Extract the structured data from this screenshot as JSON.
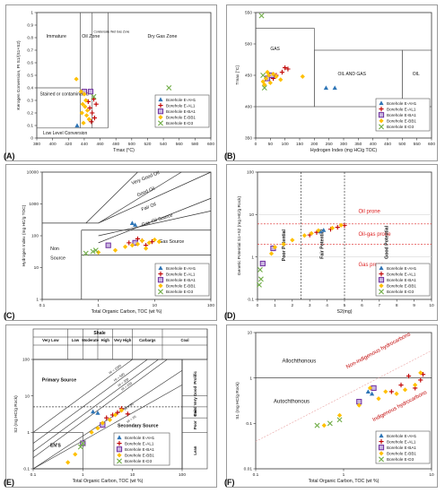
{
  "figure": {
    "panel_labels": [
      "(A)",
      "(B)",
      "(C)",
      "(D)",
      "(E)",
      "(F)"
    ],
    "legend_entries": [
      "Borehole E-AH1",
      "Borehole E-AL1",
      "Borehole E-BA1",
      "Borehole E-BB1",
      "Borehole E-D3"
    ],
    "series_colors": {
      "E-AH1": "#2e75b6",
      "E-AL1": "#c00000",
      "E-BA1": "#7030a0",
      "E-BB1": "#ffc000",
      "E-D3": "#70ad47"
    }
  },
  "chart_data": [
    {
      "panel": "A",
      "type": "scatter",
      "xlabel": "Tmax (°C)",
      "ylabel": "Kerogen Conversion, PI S1/(S1+S2)",
      "xlim": [
        380,
        600
      ],
      "ylim": [
        0,
        1.0
      ],
      "xticks": [
        380,
        400,
        420,
        440,
        460,
        480,
        500,
        520,
        540,
        560,
        580,
        600
      ],
      "yticks": [
        0,
        0.1,
        0.2,
        0.3,
        0.4,
        0.5,
        0.6,
        0.7,
        0.8,
        0.9,
        1.0
      ],
      "zones": [
        "Immature",
        "Oil Zone",
        "Condensate Wet Gas Zone",
        "Dry Gas Zone",
        "Stained or contaminated",
        "Low Level Conversion"
      ],
      "series": [
        {
          "name": "Borehole E-AH1",
          "x": [
            431
          ],
          "y": [
            0.1
          ]
        },
        {
          "name": "Borehole E-AL1",
          "x": [
            448,
            452,
            455,
            447,
            450,
            453,
            449,
            445
          ],
          "y": [
            0.37,
            0.31,
            0.27,
            0.24,
            0.2,
            0.16,
            0.13,
            0.29
          ]
        },
        {
          "name": "Borehole E-BA1",
          "x": [
            440,
            448
          ],
          "y": [
            0.37,
            0.37
          ]
        },
        {
          "name": "Borehole E-BB1",
          "x": [
            430,
            436,
            440,
            442,
            438,
            441,
            444,
            437,
            443,
            446,
            439
          ],
          "y": [
            0.47,
            0.37,
            0.35,
            0.3,
            0.27,
            0.25,
            0.22,
            0.2,
            0.18,
            0.15,
            0.12
          ]
        },
        {
          "name": "Borehole E-D3",
          "x": [
            547,
            452
          ],
          "y": [
            0.4,
            0.33
          ]
        }
      ]
    },
    {
      "panel": "B",
      "type": "scatter",
      "xlabel": "Hydrogen Index (mg HC/g TOC)",
      "ylabel": "Tmax [°C]",
      "xlim": [
        0,
        600
      ],
      "ylim": [
        350,
        550
      ],
      "xticks": [
        0,
        50,
        100,
        150,
        200,
        250,
        300,
        350,
        400,
        450,
        500,
        550,
        600
      ],
      "yticks": [
        350,
        400,
        450,
        500,
        550
      ],
      "zones": [
        "GAS",
        "OIL AND GAS",
        "OIL"
      ],
      "series": [
        {
          "name": "Borehole E-AH1",
          "x": [
            240,
            270
          ],
          "y": [
            430,
            430
          ]
        },
        {
          "name": "Borehole E-AL1",
          "x": [
            70,
            90,
            100,
            110,
            60
          ],
          "y": [
            450,
            455,
            462,
            460,
            445
          ]
        },
        {
          "name": "Borehole E-BA1",
          "x": [
            40,
            55
          ],
          "y": [
            445,
            450
          ]
        },
        {
          "name": "Borehole E-BB1",
          "x": [
            25,
            35,
            45,
            50,
            60,
            70,
            85,
            160,
            30,
            40
          ],
          "y": [
            440,
            445,
            450,
            438,
            452,
            448,
            443,
            448,
            435,
            455
          ]
        },
        {
          "name": "Borehole E-D3",
          "x": [
            20,
            30,
            25
          ],
          "y": [
            545,
            430,
            450
          ]
        }
      ]
    },
    {
      "panel": "C",
      "type": "scatter",
      "xlabel": "Total Organic Carbon, TOC (wt %)",
      "ylabel": "Hydrogen Index (mg HC/g TOC)",
      "xlim": [
        0.1,
        100
      ],
      "ylim": [
        1,
        10000
      ],
      "scale": "log-log",
      "xticks": [
        0.1,
        1,
        10,
        100
      ],
      "yticks": [
        1,
        10,
        100,
        1000,
        10000
      ],
      "zones": [
        "Very Good Oil",
        "Good Oil",
        "Fair Oil",
        "Gas-Oil Source",
        "Gas Source",
        "Non Source"
      ],
      "series": [
        {
          "name": "Borehole E-AH1",
          "x": [
            4.0,
            4.5
          ],
          "y": [
            250,
            220
          ]
        },
        {
          "name": "Borehole E-AL1",
          "x": [
            3.5,
            5.0,
            6.0,
            7.0,
            9.0
          ],
          "y": [
            60,
            80,
            70,
            50,
            65
          ]
        },
        {
          "name": "Borehole E-BA1",
          "x": [
            1.5,
            4.5
          ],
          "y": [
            50,
            60
          ]
        },
        {
          "name": "Borehole E-BB1",
          "x": [
            1.0,
            2.0,
            3.0,
            5.0,
            6.0,
            8.0,
            10.0,
            12.0,
            7.0,
            4.0
          ],
          "y": [
            30,
            35,
            45,
            55,
            70,
            60,
            75,
            65,
            40,
            50
          ]
        },
        {
          "name": "Borehole E-D3",
          "x": [
            0.6,
            0.8,
            0.9
          ],
          "y": [
            28,
            32,
            35
          ]
        }
      ]
    },
    {
      "panel": "D",
      "type": "scatter",
      "xlabel": "S2(mg)",
      "ylabel": "Genetic Potential S1+S2 (mg HC/g Rock)",
      "xlim": [
        0,
        10
      ],
      "ylim": [
        0.1,
        100
      ],
      "scale": "log-y",
      "xticks": [
        0,
        1,
        2,
        3,
        4,
        5,
        6,
        7,
        8,
        9,
        10
      ],
      "yticks": [
        0.1,
        1,
        10,
        100
      ],
      "zones": [
        "Oil prone",
        "Oil-gas prone",
        "Gas prone",
        "Poor Potential",
        "Fair Potential",
        "Good Potential"
      ],
      "series": [
        {
          "name": "Borehole E-AH1",
          "x": [
            3.6,
            3.8
          ],
          "y": [
            4.0,
            4.3
          ]
        },
        {
          "name": "Borehole E-AL1",
          "x": [
            3.0,
            3.4,
            4.2,
            4.6,
            5.0
          ],
          "y": [
            3.3,
            3.8,
            4.5,
            5.0,
            5.5
          ]
        },
        {
          "name": "Borehole E-BA1",
          "x": [
            0.9,
            0.3
          ],
          "y": [
            1.6,
            0.7
          ]
        },
        {
          "name": "Borehole E-BB1",
          "x": [
            1.0,
            2.0,
            2.7,
            3.1,
            3.5,
            4.3,
            4.8,
            0.8,
            1.5
          ],
          "y": [
            1.7,
            2.5,
            3.2,
            3.6,
            4.2,
            4.8,
            5.6,
            1.2,
            2.0
          ]
        },
        {
          "name": "Borehole E-D3",
          "x": [
            0.1,
            0.2,
            0.15
          ],
          "y": [
            0.22,
            0.3,
            0.5
          ]
        }
      ]
    },
    {
      "panel": "E",
      "type": "scatter",
      "xlabel": "Total Organic Carbon, TOC (wt %)",
      "ylabel": "S2 (mg HC/g Rock)",
      "xlim": [
        0.1,
        100
      ],
      "ylim": [
        0.1,
        100
      ],
      "scale": "log-log",
      "xticks": [
        0.1,
        1,
        10,
        100
      ],
      "yticks": [
        0.1,
        1,
        10,
        100
      ],
      "top_categories": [
        "Very Low",
        "Low",
        "Moderate",
        "High",
        "Very High",
        "Carbargs",
        "Coal"
      ],
      "top_header": "Shale",
      "right_categories": [
        "Prolific",
        "Good Very Good",
        "Fair",
        "Poor",
        "Lean"
      ],
      "hi_lines": [
        "HI = 1000",
        "HI = 500",
        "HI = 300",
        "HI = 200",
        "HI = 50",
        "HI = 20"
      ],
      "zones": [
        "Primary Source",
        "Secondary Source",
        "EN'S"
      ],
      "series": [
        {
          "name": "Borehole E-AH1",
          "x": [
            1.6,
            2.0
          ],
          "y": [
            3.7,
            3.4
          ]
        },
        {
          "name": "Borehole E-AL1",
          "x": [
            3.0,
            4.0,
            5.0,
            6.0,
            8.0
          ],
          "y": [
            2.5,
            3.0,
            3.5,
            4.5,
            3.2
          ]
        },
        {
          "name": "Borehole E-BA1",
          "x": [
            1.0,
            2.5
          ],
          "y": [
            0.5,
            1.6
          ]
        },
        {
          "name": "Borehole E-BB1",
          "x": [
            0.7,
            1.5,
            2.5,
            3.5,
            4.5,
            6.0,
            0.5,
            2.0
          ],
          "y": [
            0.25,
            1.0,
            1.8,
            2.2,
            3.0,
            4.0,
            0.15,
            1.3
          ]
        },
        {
          "name": "Borehole E-D3",
          "x": [
            0.9,
            1.0
          ],
          "y": [
            0.4,
            0.5
          ]
        }
      ]
    },
    {
      "panel": "F",
      "type": "scatter",
      "xlabel": "Total Organic Carbon, TOC (wt %)",
      "ylabel": "S1 (mg HC/g Rock)",
      "xlim": [
        0.1,
        10
      ],
      "ylim": [
        0.01,
        10
      ],
      "scale": "log-log",
      "xticks": [
        0.1,
        1.0,
        10.0
      ],
      "yticks": [
        0.01,
        0.1,
        1.0,
        10.0
      ],
      "zones": [
        "Allochthonous",
        "Autochthonous",
        "Non-indigenous hydrocarbons",
        "Indigenous hydrocarbons"
      ],
      "series": [
        {
          "name": "Borehole E-AH1",
          "x": [
            1.9,
            2.1
          ],
          "y": [
            0.5,
            0.45
          ]
        },
        {
          "name": "Borehole E-AL1",
          "x": [
            3.5,
            4.5,
            5.5,
            6.5,
            7.5,
            8.0
          ],
          "y": [
            0.5,
            0.7,
            1.1,
            0.6,
            0.9,
            1.2
          ]
        },
        {
          "name": "Borehole E-BA1",
          "x": [
            1.5,
            2.2
          ],
          "y": [
            0.3,
            0.6
          ]
        },
        {
          "name": "Borehole E-BB1",
          "x": [
            0.9,
            1.5,
            2.5,
            3.0,
            4.0,
            5.0,
            6.5,
            7.5,
            0.6,
            2.0
          ],
          "y": [
            0.15,
            0.25,
            0.35,
            0.5,
            0.45,
            0.55,
            0.7,
            1.3,
            0.09,
            0.6
          ]
        },
        {
          "name": "Borehole E-D3",
          "x": [
            0.5,
            0.7,
            0.9
          ],
          "y": [
            0.09,
            0.1,
            0.12
          ]
        }
      ]
    }
  ]
}
